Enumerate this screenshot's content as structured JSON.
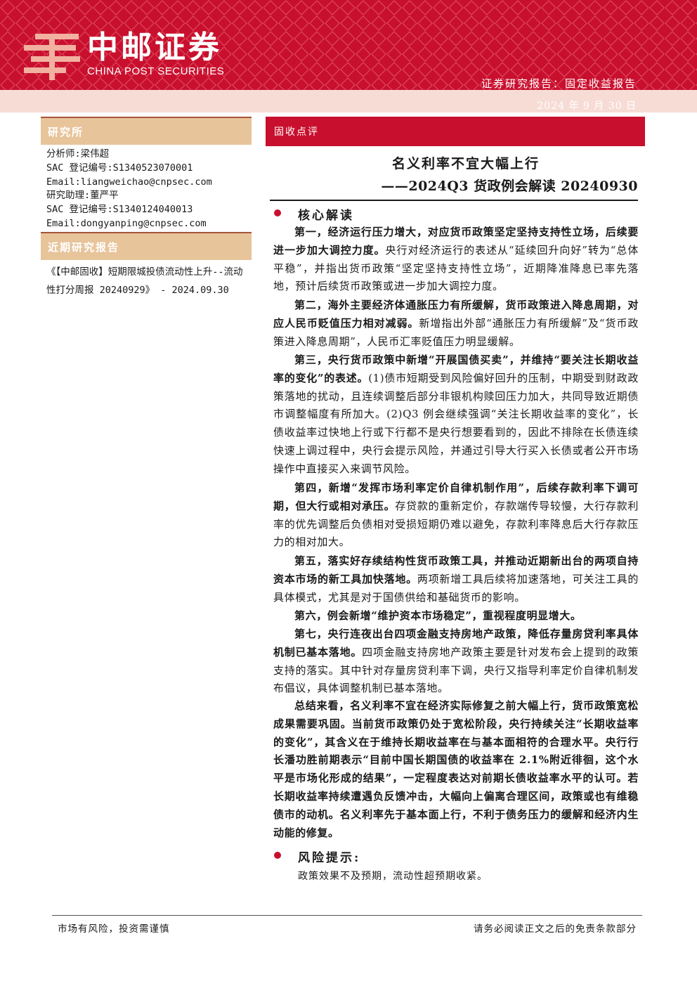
{
  "header": {
    "brand_cn": "中邮证券",
    "brand_en": "CHINA POST SECURITIES",
    "report_type": "证券研究报告：固定收益报告",
    "date": "2024 年 9 月 30 日"
  },
  "sidebar": {
    "institute_title": "研究所",
    "analyst": "分析师:梁伟超",
    "analyst_sac": "SAC 登记编号:S1340523070001",
    "analyst_email": "Email:liangweichao@cnpsec.com",
    "assistant": "研究助理:董严平",
    "assistant_sac": "SAC 登记编号:S1340124040013",
    "assistant_email": "Email:dongyanping@cnpsec.com",
    "recent_title": "近期研究报告",
    "recent_report": "《【中邮固收】短期限城投债流动性上升--流动性打分周报 20240929》 - 2024.09.30"
  },
  "main": {
    "category": "固收点评",
    "title": "名义利率不宜大幅上行",
    "subtitle": "——2024Q3 货政例会解读 20240930",
    "core_heading": "核心解读",
    "paragraphs": [
      {
        "bold": "第一，经济运行压力增大，对应货币政策坚定坚持支持性立场，后续要进一步加大调控力度。",
        "text": "央行对经济运行的表述从“延续回升向好”转为“总体平稳”，并指出货币政策“坚定坚持支持性立场”，近期降准降息已率先落地，预计后续货币政策或进一步加大调控力度。"
      },
      {
        "bold": "第二，海外主要经济体通胀压力有所缓解，货币政策进入降息周期，对应人民币贬值压力相对减弱。",
        "text": "新增指出外部“通胀压力有所缓解”及“货币政策进入降息周期”，人民币汇率贬值压力明显缓解。"
      },
      {
        "bold": "第三，央行货币政策中新增“开展国债买卖”，并维持“要关注长期收益率的变化”的表述。",
        "text": "(1)债市短期受到风险偏好回升的压制，中期受到财政政策落地的扰动，且连续调整后部分非银机构赎回压力加大，共同导致近期债市调整幅度有所加大。(2)Q3 例会继续强调“关注长期收益率的变化”，长债收益率过快地上行或下行都不是央行想要看到的，因此不排除在长债连续快速上调过程中，央行会提示风险，并通过引导大行买入长债或者公开市场操作中直接买入来调节风险。"
      },
      {
        "bold": "第四，新增“发挥市场利率定价自律机制作用”，后续存款利率下调可期，但大行或相对承压。",
        "text": "存贷款的重新定价，存款端传导较慢，大行存款利率的优先调整后负债相对受损短期仍难以避免，存款利率降息后大行存款压力的相对加大。"
      },
      {
        "bold": "第五，落实好存续结构性货币政策工具，并推动近期新出台的两项自持资本市场的新工具加快落地。",
        "text": "两项新增工具后续将加速落地，可关注工具的具体模式，尤其是对于国债供给和基础货币的影响。"
      },
      {
        "bold": "第六，例会新增“维护资本市场稳定”，重视程度明显增大。",
        "text": ""
      },
      {
        "bold": "第七，央行连夜出台四项金融支持房地产政策，降低存量房贷利率具体机制已基本落地。",
        "text": "四项金融支持房地产政策主要是针对发布会上提到的政策支持的落实。其中针对存量房贷利率下调，央行又指导利率定价自律机制发布倡议，具体调整机制已基本落地。"
      },
      {
        "bold": "总结来看，名义利率不宜在经济实际修复之前大幅上行，货币政策宽松成果需要巩固。当前货币政策仍处于宽松阶段，央行持续关注“长期收益率的变化”，其含义在于维持长期收益率在与基本面相符的合理水平。央行行长潘功胜前期表示“目前中国长期国债的收益率在 2.1%附近徘徊，这个水平是市场化形成的结果”，一定程度表达对前期长债收益率水平的认可。若长期收益率持续遭遇负反馈冲击，大幅向上偏离合理区间，政策或也有维稳债市的动机。名义利率先于基本面上行，不利于债务压力的缓解和经济内生动能的修复。",
        "text": ""
      }
    ],
    "risk_heading": "风险提示:",
    "risk_text": "政策效果不及预期，流动性超预期收紧。"
  },
  "footer": {
    "left": "市场有风险，投资需谨慎",
    "right": "请务必阅读正文之后的免责条款部分"
  },
  "colors": {
    "brand_red": "#c8102e",
    "sidebar_tan": "#e8c49b"
  }
}
